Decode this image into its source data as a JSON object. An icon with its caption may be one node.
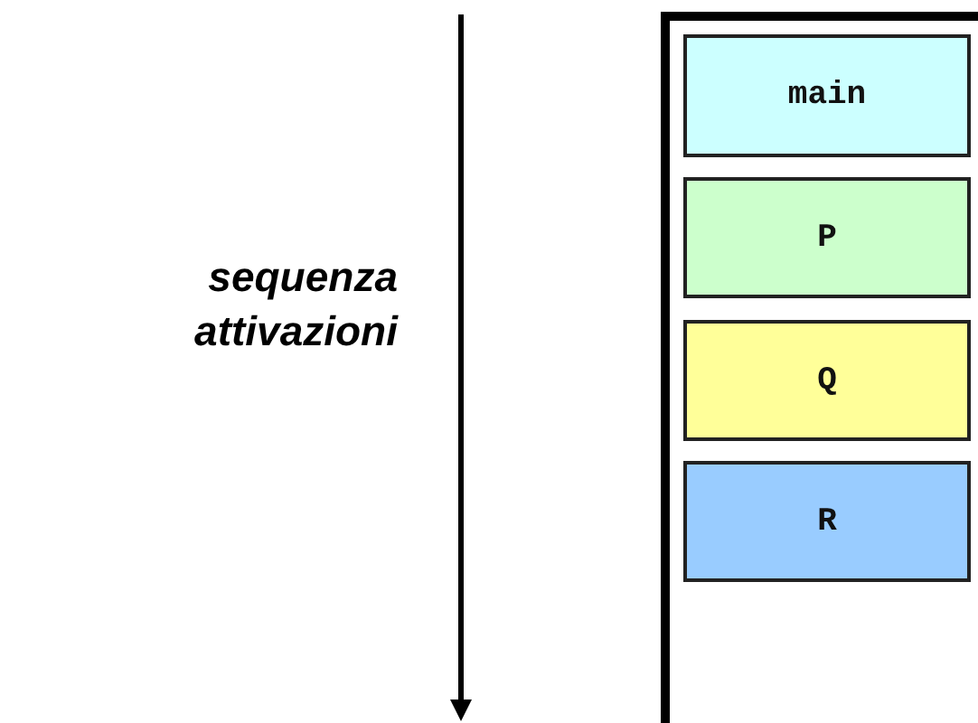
{
  "diagram": {
    "nodes": [
      {
        "text": [
          "main"
        ]
      },
      {
        "text": [
          "P"
        ]
      },
      {
        "text": [
          "Q"
        ]
      },
      {
        "text": [
          "R"
        ]
      }
    ],
    "labels": [
      "sequenza attivazioni"
    ]
  }
}
